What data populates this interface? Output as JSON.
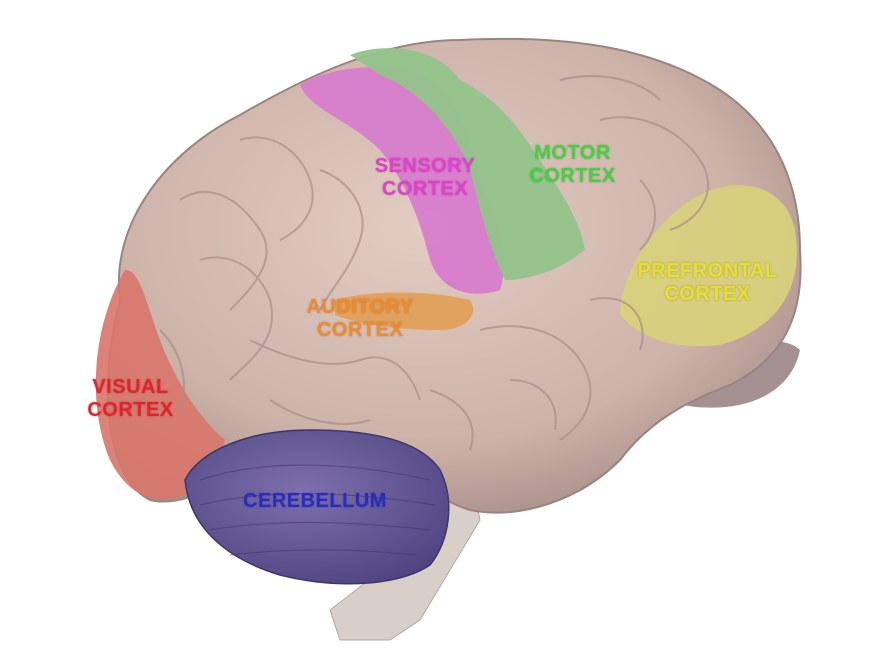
{
  "labels": {
    "sensory": {
      "line1": "SENSORY",
      "line2": "CORTEX"
    },
    "motor": {
      "line1": "MOTOR",
      "line2": "CORTEX"
    },
    "prefrontal": {
      "line1": "PREFRONTAL",
      "line2": "CORTEX"
    },
    "auditory": {
      "line1": "AUDITORY",
      "line2": "CORTEX"
    },
    "visual": {
      "line1": "VISUAL",
      "line2": "CORTEX"
    },
    "cerebellum": {
      "line1": "CEREBELLUM"
    }
  },
  "colors": {
    "sensory": "#e23fd0",
    "motor": "#3fd43f",
    "prefrontal": "#e8e02a",
    "auditory": "#f08a2a",
    "visual": "#e8202a",
    "cerebellum": "#2a2ac8"
  }
}
